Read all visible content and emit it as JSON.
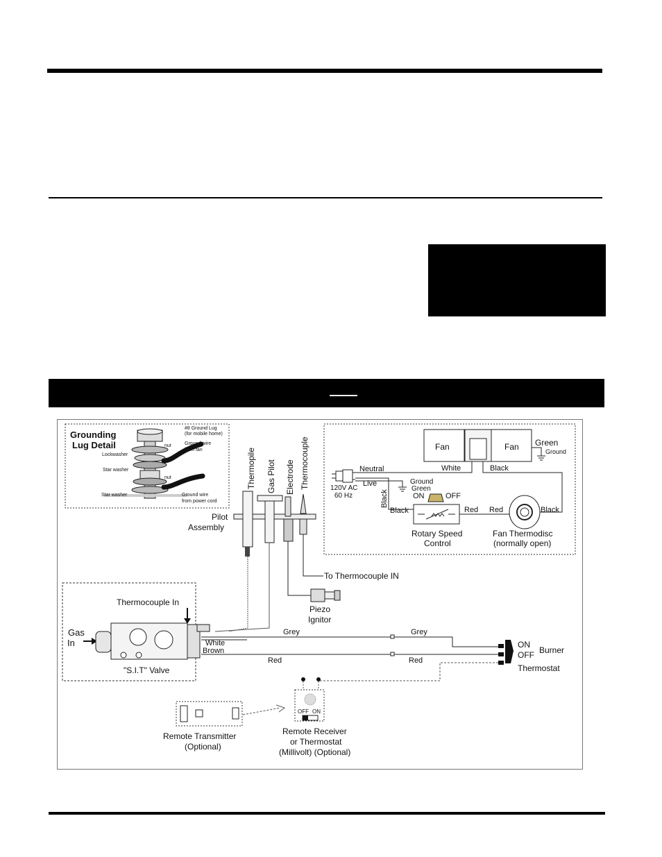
{
  "section_bar": {
    "marker": ""
  },
  "diagram": {
    "grounding_detail": {
      "title_line1": "Grounding",
      "title_line2": "Lug Detail",
      "lug_label_line1": "#8 Ground Lug",
      "lug_label_line2": "(for mobile home)",
      "wire_fan_line1": "Ground wire",
      "wire_fan_line2": "from fan",
      "wire_cord_line1": "Ground wire",
      "wire_cord_line2": "from power cord",
      "nut_top": "nut",
      "nut_mid": "nut",
      "lockwasher": "Lockwasher",
      "star_washer_1": "Star washer",
      "star_washer_2": "Star washer"
    },
    "pilot": {
      "thermopile": "Thermopile",
      "gas_pilot": "Gas Pilot",
      "electrode": "Electrode",
      "thermocouple": "Thermocouple",
      "assembly_line1": "Pilot",
      "assembly_line2": "Assembly",
      "to_thermocouple_in": "To Thermocouple IN",
      "piezo_line1": "Piezo",
      "piezo_line2": "Ignitor"
    },
    "fan_circuit": {
      "fan_left": "Fan",
      "fan_right": "Fan",
      "green": "Green",
      "ground_small": "Ground",
      "neutral": "Neutral",
      "white": "White",
      "black_top": "Black",
      "live": "Live",
      "ground_green_1": "Ground",
      "ground_green_2": "Green",
      "power_line1": "120V AC",
      "power_line2": "60 Hz",
      "black_vertical": "Black",
      "black_switch": "Black",
      "on": "ON",
      "off": "OFF",
      "red1": "Red",
      "red2": "Red",
      "black_right": "Black",
      "rotary_line1": "Rotary Speed",
      "rotary_line2": "Control",
      "thermodisc_line1": "Fan Thermodisc",
      "thermodisc_line2": "(normally open)"
    },
    "valve": {
      "thermocouple_in": "Thermocouple In",
      "gas_in_line1": "Gas",
      "gas_in_line2": "In",
      "white": "White",
      "brown": "Brown",
      "valve_name": "\"S.I.T\" Valve",
      "grey1": "Grey",
      "grey2": "Grey",
      "red1": "Red",
      "red2": "Red"
    },
    "thermostat": {
      "on": "ON",
      "off": "OFF",
      "burner": "Burner",
      "thermostat": "Thermostat"
    },
    "remote": {
      "transmitter_line1": "Remote Transmitter",
      "transmitter_line2": "(Optional)",
      "receiver_line1": "Remote Receiver",
      "receiver_line2": "or Thermostat",
      "receiver_line3": "(Millivolt) (Optional)",
      "off": "OFF",
      "on": "ON"
    }
  }
}
